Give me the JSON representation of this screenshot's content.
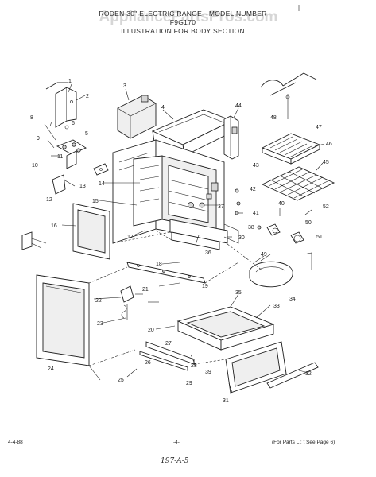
{
  "header": {
    "line1": "RODEN 30\" ELECTRIC RANGE—MODEL NUMBER",
    "line2": "F9G170",
    "line3": "ILLUSTRATION FOR BODY SECTION"
  },
  "watermark": "AppliancePartsPros.com",
  "callouts": [
    "1",
    "2",
    "3",
    "4",
    "5",
    "6",
    "7",
    "8",
    "9",
    "10",
    "11",
    "12",
    "13",
    "14",
    "15",
    "16",
    "17",
    "18",
    "19",
    "20",
    "21",
    "22",
    "23",
    "24",
    "25",
    "26",
    "27",
    "28",
    "29",
    "30",
    "31",
    "32",
    "33",
    "34",
    "35",
    "36",
    "37",
    "38",
    "39",
    "40",
    "41",
    "42",
    "43",
    "44",
    "45",
    "46",
    "47",
    "48",
    "49",
    "50",
    "51",
    "52"
  ],
  "footer": {
    "date": "4-4-88",
    "page": "-4-",
    "note": "(For Parts L : t See Page 6)",
    "handwritten": "197-A-5"
  }
}
